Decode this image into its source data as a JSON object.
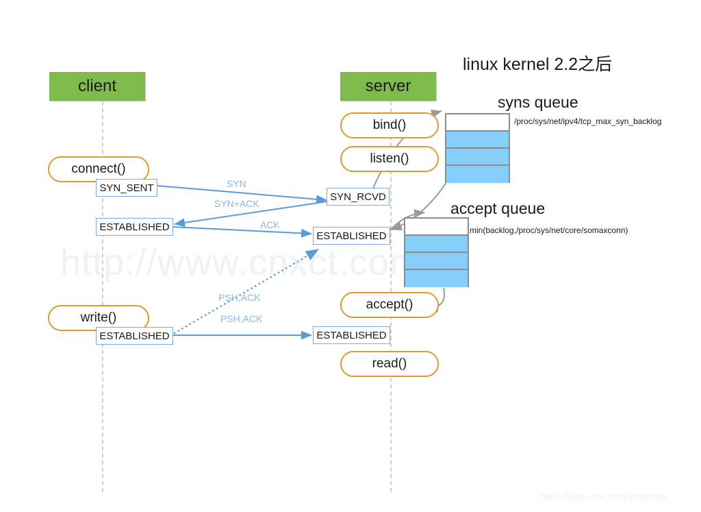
{
  "diagram": {
    "kernel_note": "linux  kernel 2.2之后",
    "watermark_main": "http://www.cnxct.com",
    "watermark_corner": "https://blog.csdn.net/yangguosb",
    "colors": {
      "header_green": "#7fba4d",
      "pill_orange": "#e0992f",
      "state_blue": "#7aa7dd",
      "arrow_blue": "#5b9bd5",
      "queue_fill": "#87cefa",
      "queue_border": "#8c8c8c",
      "lifeline_gray": "#cfcfcf"
    }
  },
  "roles": [
    {
      "name": "client",
      "label": "client"
    },
    {
      "name": "server",
      "label": "server"
    }
  ],
  "client": {
    "calls": [
      {
        "label": "connect()"
      },
      {
        "label": "write()"
      }
    ],
    "states": [
      {
        "label": "SYN_SENT"
      },
      {
        "label": "ESTABLISHED"
      },
      {
        "label": "ESTABLISHED"
      }
    ]
  },
  "server": {
    "calls": [
      {
        "label": "bind()"
      },
      {
        "label": "listen()"
      },
      {
        "label": "accept()"
      },
      {
        "label": "read()"
      }
    ],
    "states": [
      {
        "label": "SYN_RCVD"
      },
      {
        "label": "ESTABLISHED"
      },
      {
        "label": "ESTABLISHED"
      }
    ]
  },
  "packets": [
    {
      "label": "SYN"
    },
    {
      "label": "SYN+ACK"
    },
    {
      "label": "ACK"
    },
    {
      "label": "PSH,ACK"
    },
    {
      "label": "PSH,ACK"
    }
  ],
  "queues": [
    {
      "name": "syns-queue",
      "title": "syns queue",
      "note": "/proc/sys/net/ipv4/tcp_max_syn_backlog",
      "cells": [
        "empty",
        "filled",
        "filled",
        "filled"
      ]
    },
    {
      "name": "accept-queue",
      "title": "accept queue",
      "note": "min(backlog,/proc/sys/net/core/somaxconn)",
      "cells": [
        "empty",
        "filled",
        "filled",
        "filled"
      ]
    }
  ]
}
